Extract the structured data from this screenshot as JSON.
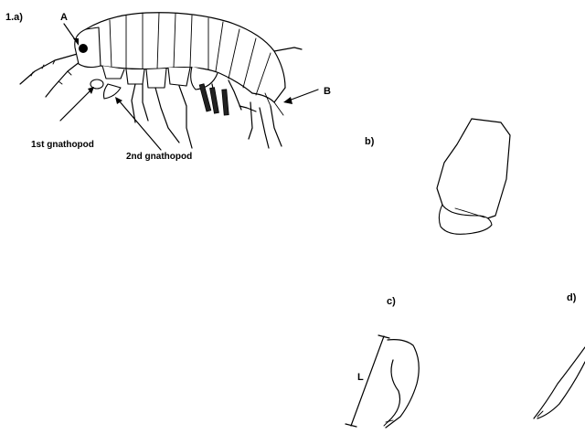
{
  "panel_labels": {
    "a": "1.a)",
    "b": "b)",
    "c": "c)",
    "d": "d)"
  },
  "annotations": {
    "point_a": "A",
    "point_b": "B",
    "first_gnathopod": "1st gnathopod",
    "second_gnathopod": "2nd gnathopod",
    "length": "L"
  }
}
